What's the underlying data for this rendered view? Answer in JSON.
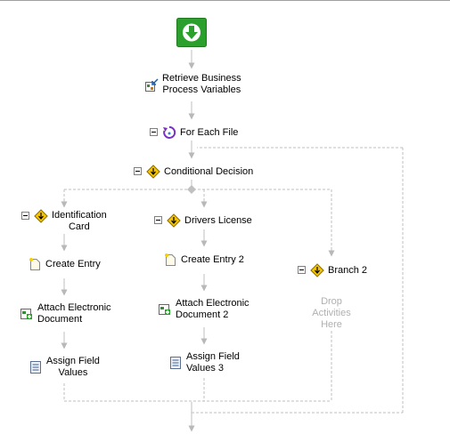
{
  "workflow": {
    "start": {
      "icon": "start-arrow-icon",
      "color": "#2ca02c"
    },
    "retrieve": {
      "line1": "Retrieve Business",
      "line2": "Process Variables",
      "icon": "retrieve-variables-icon"
    },
    "for_each": {
      "label": "For Each File",
      "icon": "loop-icon"
    },
    "conditional": {
      "label": "Conditional Decision",
      "icon": "decision-icon"
    },
    "branch_id": {
      "line1": "Identification",
      "line2": "Card",
      "create": "Create Entry",
      "attach_line1": "Attach Electronic",
      "attach_line2": "Document",
      "assign_line1": "Assign Field",
      "assign_line2": "Values"
    },
    "branch_dl": {
      "label": "Drivers License",
      "create": "Create Entry 2",
      "attach_line1": "Attach Electronic",
      "attach_line2": "Document 2",
      "assign_line1": "Assign Field",
      "assign_line2": "Values 3"
    },
    "branch_2": {
      "label": "Branch 2",
      "drop_line1": "Drop",
      "drop_line2": "Activities",
      "drop_line3": "Here"
    }
  }
}
